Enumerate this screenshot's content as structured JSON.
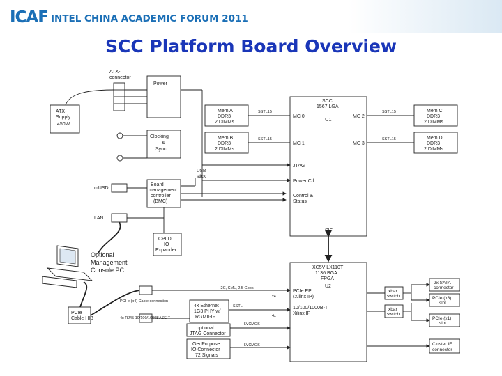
{
  "header": {
    "logo": "ICAF",
    "forum": "INTEL CHINA ACADEMIC FORUM 2011",
    "title": "SCC Platform Board Overview"
  },
  "diagram": {
    "atx_connector": [
      "ATX-",
      "connector"
    ],
    "power": "Power",
    "atx_supply": [
      "ATX-",
      "Supply",
      "450W"
    ],
    "clocking": [
      "Clocking",
      "&",
      "Sync"
    ],
    "usd": "mUSD",
    "lan": "LAN",
    "usb": [
      "USB",
      "stick"
    ],
    "bmc": [
      "Board",
      "management",
      "controller",
      "(BMC)"
    ],
    "cpld": [
      "CPLD",
      "IO",
      "Expander"
    ],
    "console": [
      "Optional",
      "Management",
      "Console PC"
    ],
    "pci_cable": "PCI-e (x4) Cable connection",
    "pcie_hib": [
      "PCIe",
      "Cable HIB"
    ],
    "rj45": "4x RJ45 10/100/1000BASE-T",
    "mem_a": [
      "Mem A",
      "DDR3",
      "2 DIMMs"
    ],
    "mem_b": [
      "Mem B",
      "DDR3",
      "2 DIMMs"
    ],
    "mem_c": [
      "Mem C",
      "DDR3",
      "2 DIMMs"
    ],
    "mem_d": [
      "Mem D",
      "DDR3",
      "2 DIMMs"
    ],
    "sstl": "SSTL15",
    "scc": [
      "SCC",
      "1567 LGA"
    ],
    "u1": "U1",
    "mc0": "MC 0",
    "mc1": "MC 1",
    "mc2": "MC 2",
    "mc3": "MC 3",
    "jtag": "JTAG",
    "power_ctl": "Power Ctl",
    "control": [
      "Control &",
      "Status"
    ],
    "sif": "SIF",
    "fpga": [
      "XC5V LX110T",
      "1136 BGA",
      "FPGA"
    ],
    "u2": "U2",
    "pcie_ep": [
      "PCIe EP",
      "(Xilinx IP)"
    ],
    "eth_mac": [
      "10/100/1000B-T",
      "Xilinx IP"
    ],
    "bus_label": "I2C, CML, 2.5 Gbps",
    "sstl_short": "SSTL",
    "x4": "x4",
    "x4b": "4x",
    "ethernet": [
      "4x Ethernet",
      "1G3 PHY w/",
      "RGMII-IF"
    ],
    "opt_jtag": [
      "optional",
      "JTAG Connector"
    ],
    "gpio": [
      "GenPurpose",
      "IO Connector",
      "72 Signals"
    ],
    "lvcmos": "LVCMOS",
    "xbar1": [
      "xbar",
      "switch"
    ],
    "xbar2": [
      "xbar",
      "switch"
    ],
    "sata": [
      "2x SATA",
      "connector"
    ],
    "pcie8": [
      "PCIe (x8)",
      "slot"
    ],
    "pcie1": [
      "PCIe (x1)",
      "slot"
    ],
    "cluster": [
      "Cluster IF",
      "connector"
    ]
  }
}
